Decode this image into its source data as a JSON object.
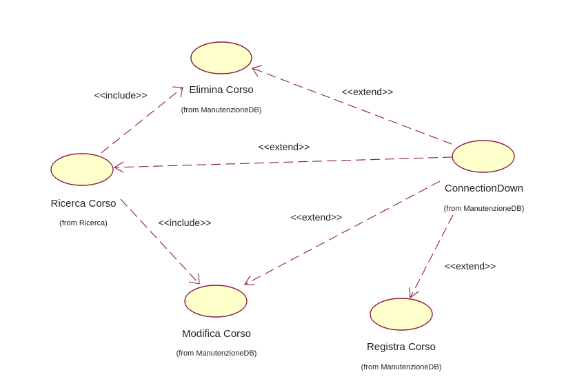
{
  "colors": {
    "usecase_fill": "#ffffcc",
    "outline": "#8b1a3a"
  },
  "use_cases": {
    "elimina": {
      "name": "Elimina Corso",
      "from": "(from ManutenzioneDB)"
    },
    "ricerca": {
      "name": "Ricerca Corso",
      "from": "(from Ricerca)"
    },
    "connection": {
      "name": "ConnectionDown",
      "from": "(from ManutenzioneDB)"
    },
    "modifica": {
      "name": "Modifica Corso",
      "from": "(from ManutenzioneDB)"
    },
    "registra": {
      "name": "Registra Corso",
      "from": "(from ManutenzioneDB)"
    }
  },
  "relations": {
    "ricerca_elimina": "<<include>>",
    "ricerca_modifica": "<<include>>",
    "connection_elimina": "<<extend>>",
    "connection_ricerca": "<<extend>>",
    "connection_modifica": "<<extend>>",
    "connection_registra": "<<extend>>"
  }
}
